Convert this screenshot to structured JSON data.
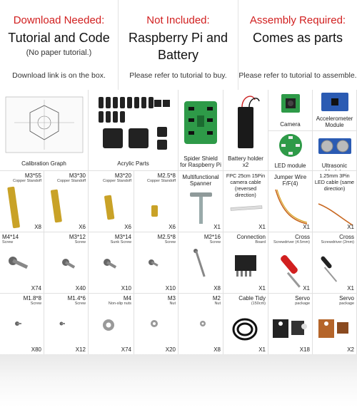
{
  "header": [
    {
      "red": "Download Needed:",
      "big": "Tutorial and Code",
      "small": "(No paper tutorial.)",
      "note": "Download link is on the box."
    },
    {
      "red": "Not Included:",
      "big": "Raspberry Pi and Battery",
      "small": "",
      "note": "Please refer to tutorial to buy."
    },
    {
      "red": "Assembly Required:",
      "big": "Comes as parts",
      "small": "",
      "note": "Please refer to tutorial to assemble."
    }
  ],
  "row1": {
    "calibration": "Calibration Graph",
    "acrylic": "Acrylic Parts",
    "shield": "Spider Shield for Raspberry Pi",
    "battery": "Battery holder x2",
    "camera": "Camera",
    "accel": "Accelerometer Module",
    "led": "LED module",
    "ultra": "Ultrasonic Module"
  },
  "row2": [
    {
      "name": "M3*55",
      "sub": "Copper Standoff",
      "qty": "X8"
    },
    {
      "name": "M3*30",
      "sub": "Copper Standoff",
      "qty": "X6"
    },
    {
      "name": "M3*20",
      "sub": "Copper Standoff",
      "qty": "X6"
    },
    {
      "name": "M2.5*8",
      "sub": "Copper Standoff",
      "qty": "X6"
    },
    {
      "name": "Multifunctional Spanner",
      "sub": "",
      "qty": "X1"
    },
    {
      "name": "FPC 25cm 15Pin camera cable (reversed direction)",
      "sub": "",
      "qty": "X1"
    },
    {
      "name": "Jumper Wire F/F(4)",
      "sub": "",
      "qty": "X1"
    },
    {
      "name": "1.25mm 3Pin LED cable (same direction)",
      "sub": "",
      "qty": "X1"
    }
  ],
  "row3": [
    {
      "name": "M4*14",
      "sub": "Screw",
      "qty": "X74"
    },
    {
      "name": "M3*12",
      "sub": "Screw",
      "qty": "X40"
    },
    {
      "name": "M3*14",
      "sub": "Sunk Screw",
      "qty": "X10"
    },
    {
      "name": "M2.5*8",
      "sub": "Screw",
      "qty": "X10"
    },
    {
      "name": "M2*16",
      "sub": "Screw",
      "qty": "X8"
    },
    {
      "name": "Connection",
      "sub": "Board",
      "qty": "X1"
    },
    {
      "name": "Cross",
      "sub": "Screwdriver (4.5mm)",
      "qty": "X1"
    },
    {
      "name": "Cross",
      "sub": "Screwdriver (2mm)",
      "qty": "X1"
    }
  ],
  "row4": [
    {
      "name": "M1.8*8",
      "sub": "Screw",
      "qty": "X80"
    },
    {
      "name": "M1.4*6",
      "sub": "Screw",
      "qty": "X12"
    },
    {
      "name": "M4",
      "sub": "Non-slip nuts",
      "qty": "X74"
    },
    {
      "name": "M3",
      "sub": "Nut",
      "qty": "X20"
    },
    {
      "name": "M2",
      "sub": "Nut",
      "qty": "X8"
    },
    {
      "name": "Cable Tidy",
      "sub": "(150cm)",
      "qty": "X1"
    },
    {
      "name": "Servo",
      "sub": "package",
      "qty": "X18"
    },
    {
      "name": "Servo",
      "sub": "package",
      "qty": "X2"
    }
  ],
  "colors": {
    "red": "#d11f1f",
    "brass": "#c9a227",
    "pcb": "#2e9a48",
    "blue": "#2b5bb3"
  }
}
